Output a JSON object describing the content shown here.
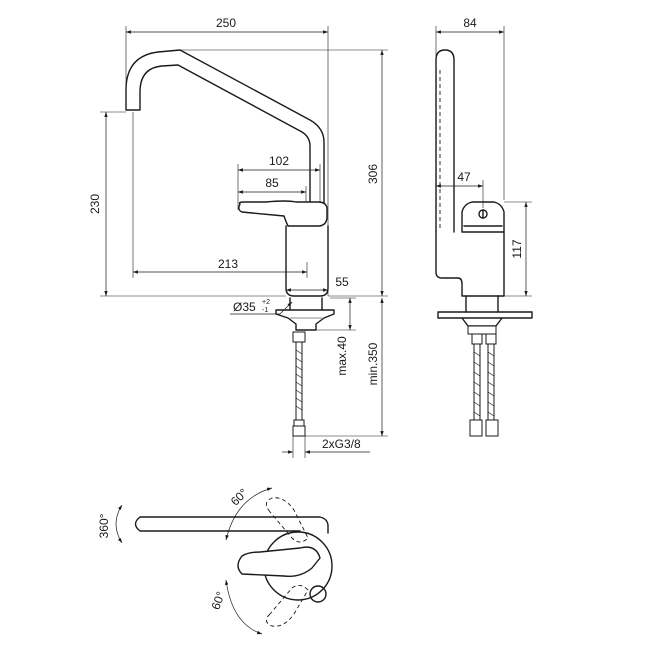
{
  "front_view": {
    "width_overall": "250",
    "height_spout_tip": "230",
    "height_overall": "306",
    "lever_outer": "102",
    "lever_inner": "85",
    "spout_reach": "213",
    "body_width": "55",
    "hole_diameter": "Ø35",
    "hole_tol_upper": "+2",
    "hole_tol_lower": "-1",
    "max_deck": "max.40",
    "min_hose": "min.350",
    "connection": "2xG3/8"
  },
  "side_view": {
    "width": "84",
    "lever_offset": "47",
    "body_height": "117"
  },
  "top_view": {
    "rotation": "360°",
    "lever_angle_upper": "60°",
    "lever_angle_lower": "60°"
  }
}
